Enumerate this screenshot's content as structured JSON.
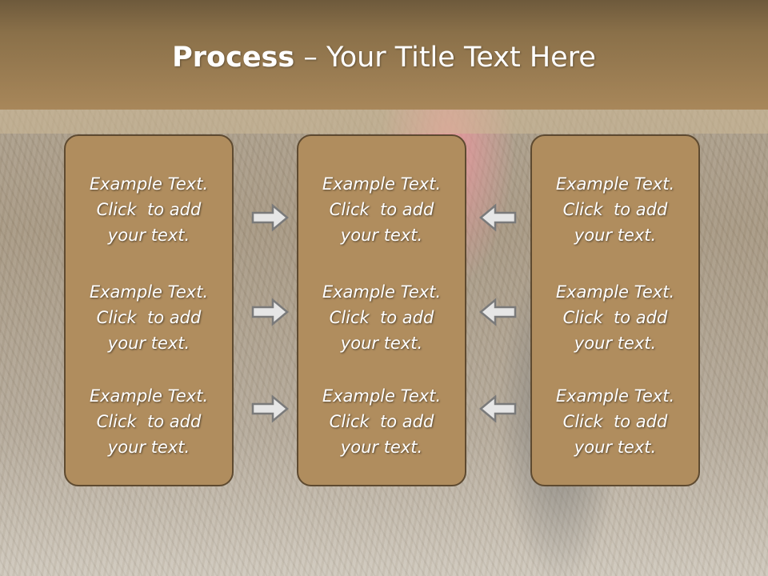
{
  "title": {
    "bold": "Process",
    "rest": " – Your Title Text Here"
  },
  "columns": [
    {
      "items": [
        {
          "line1": "Example Text.",
          "line2": "Click  to add",
          "line3": "your text."
        },
        {
          "line1": "Example Text.",
          "line2": "Click  to add",
          "line3": "your text."
        },
        {
          "line1": "Example Text.",
          "line2": "Click  to add",
          "line3": "your text."
        }
      ]
    },
    {
      "items": [
        {
          "line1": "Example Text.",
          "line2": "Click  to add",
          "line3": "your text."
        },
        {
          "line1": "Example Text.",
          "line2": "Click  to add",
          "line3": "your text."
        },
        {
          "line1": "Example Text.",
          "line2": "Click  to add",
          "line3": "your text."
        }
      ]
    },
    {
      "items": [
        {
          "line1": "Example Text.",
          "line2": "Click  to add",
          "line3": "your text."
        },
        {
          "line1": "Example Text.",
          "line2": "Click  to add",
          "line3": "your text."
        },
        {
          "line1": "Example Text.",
          "line2": "Click  to add",
          "line3": "your text."
        }
      ]
    }
  ],
  "arrows": {
    "left_group": "arrow-right-icon",
    "right_group": "arrow-left-icon"
  },
  "colors": {
    "header": "#a8875a",
    "box": "#b08d5e",
    "box_border": "#5e4a30",
    "text": "#ffffff"
  }
}
